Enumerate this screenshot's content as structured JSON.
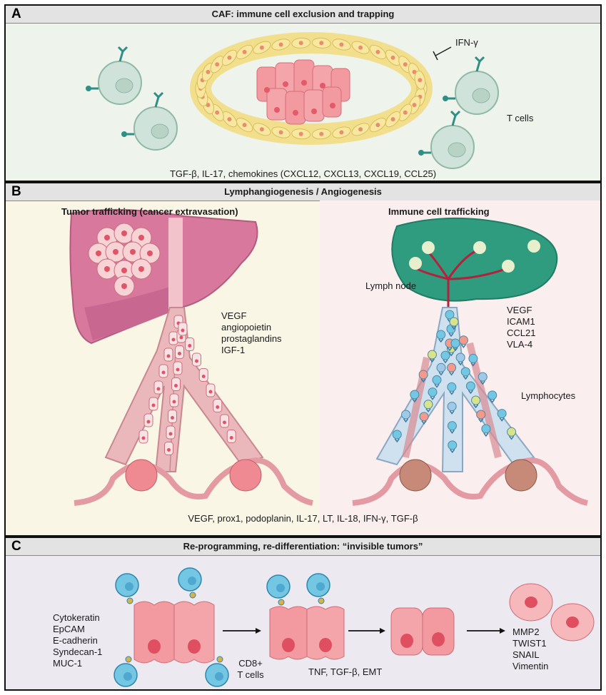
{
  "panels": {
    "a": {
      "letter": "A",
      "title": "CAF: immune cell exclusion and trapping",
      "ifn_label": "IFN-γ",
      "tcells_label": "T cells",
      "factors_text": "TGF-β, IL-17, chemokines (CXCL12, CXCL13, CXCL19, CCL25)"
    },
    "b": {
      "letter": "B",
      "title": "Lymphangiogenesis / Angiogenesis",
      "left_heading": "Tumor trafficking (cancer extravasation)",
      "right_heading": "Immune cell trafficking",
      "left_factors": [
        "VEGF",
        "angiopoietin",
        "prostaglandins",
        "IGF-1"
      ],
      "right_factors": [
        "VEGF",
        "ICAM1",
        "CCL21",
        "VLA-4"
      ],
      "lymph_node_label": "Lymph node",
      "lymphocytes_label": "Lymphocytes",
      "bottom_factors": "VEGF, prox1, podoplanin, IL-17, LT, IL-18, IFN-γ, TGF-β"
    },
    "c": {
      "letter": "C",
      "title": "Re-programming, re-differentiation: “invisible tumors”",
      "epithelial_markers": [
        "Cytokeratin",
        "EpCAM",
        "E-cadherin",
        "Syndecan-1",
        "MUC-1"
      ],
      "cd8_label": [
        "CD8+",
        "T cells"
      ],
      "middle_text": "TNF, TGF-β, EMT",
      "mesenchymal_markers": [
        "MMP2",
        "TWIST1",
        "SNAIL",
        "Vimentin"
      ]
    }
  },
  "colors": {
    "panel_a_bg": "#eef3ec",
    "panel_b_left_bg": "#faf6e6",
    "panel_b_right_bg": "#fbeeee",
    "panel_c_bg": "#ece9f1",
    "tumor_cell": "#f29aa0",
    "caf": "#f6e59a",
    "t_cell": "#cfe3da",
    "receptor": "#2f8f86",
    "liver": "#d8789c",
    "lymph_node": "#2f9c7f",
    "vessel": "#e7b7b9",
    "lymph_vessel": "#cfe0ee",
    "blue_t_cell": "#74c7e2"
  }
}
